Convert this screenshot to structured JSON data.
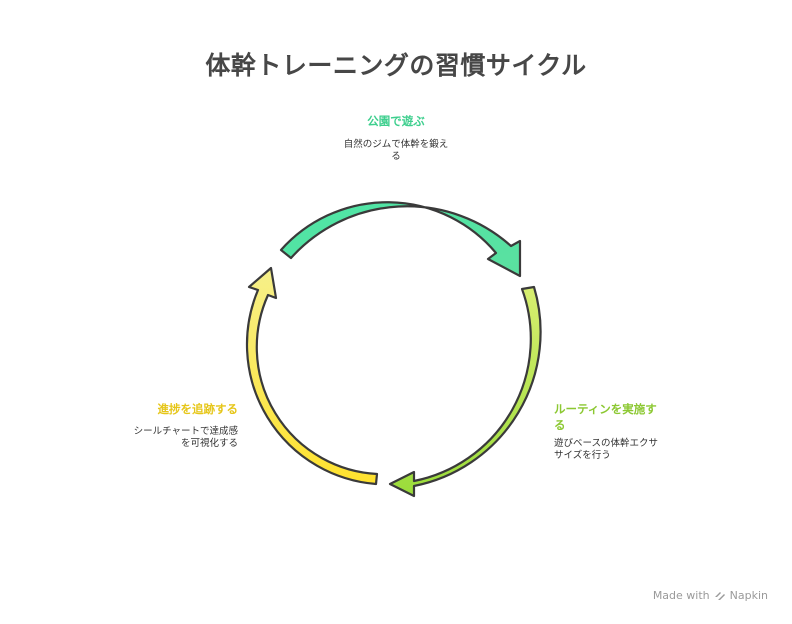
{
  "title": "体幹トレーニングの習慣サイクル",
  "stages": [
    {
      "title": "公園で遊ぶ",
      "description": "自然のジムで体幹を鍛える",
      "color": "#3ecf8e"
    },
    {
      "title": "ルーティンを実施する",
      "description": "遊びベースの体幹エクササイズを行う",
      "color": "#8cc832"
    },
    {
      "title": "進捗を追跡する",
      "description": "シールチャートで達成感を可視化する",
      "color": "#e6c619"
    }
  ],
  "arc_colors": {
    "top": [
      "#4ee6a6",
      "#5be0a0"
    ],
    "right": [
      "#d8ef70",
      "#9adc3a"
    ],
    "left": [
      "#ffe22e",
      "#f6f08a"
    ],
    "stroke": "#3a3a3a"
  },
  "footer": {
    "made_with": "Made with",
    "brand": "Napkin"
  }
}
